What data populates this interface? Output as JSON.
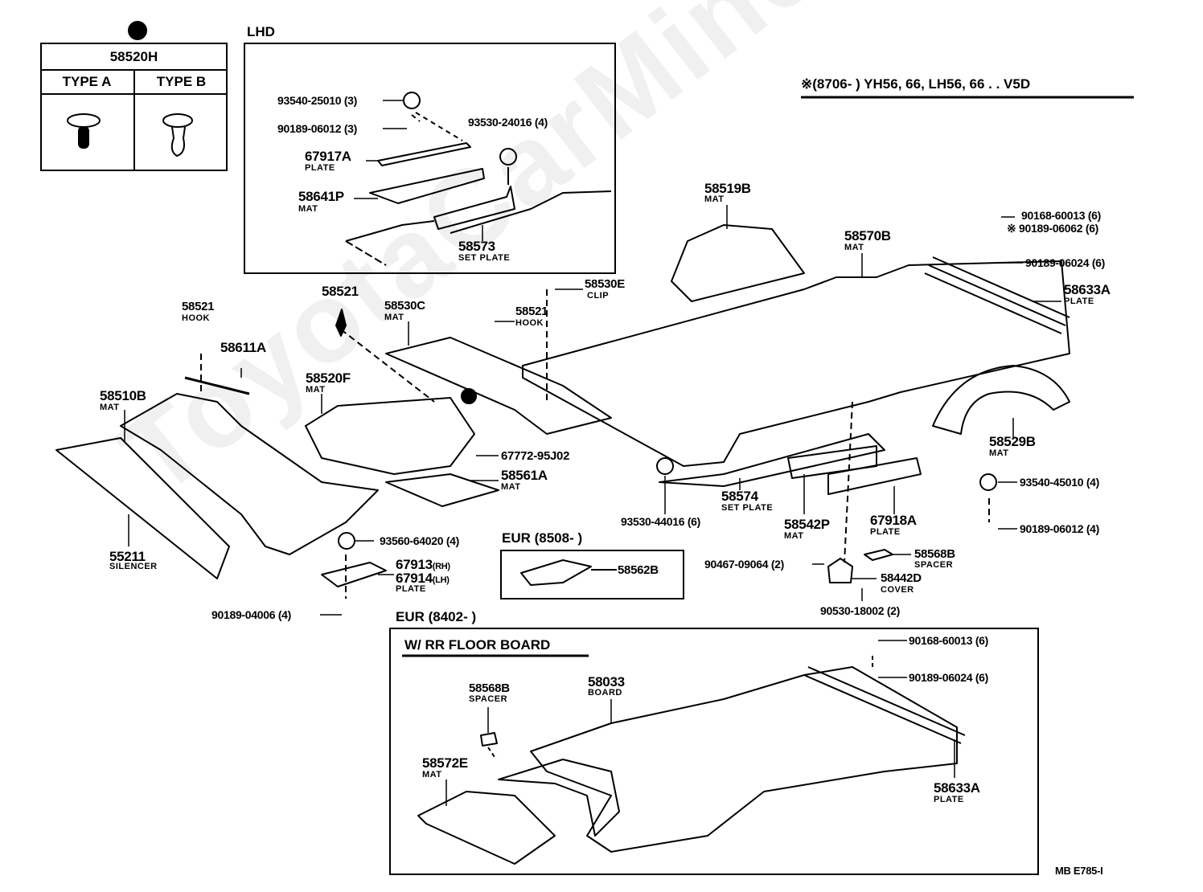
{
  "watermark": "ToyotaCarMine.ru",
  "clip_table": {
    "part_no": "58520H",
    "col_a": "TYPE  A",
    "col_b": "TYPE  B"
  },
  "lhd_box": {
    "title": "LHD",
    "parts": [
      {
        "no": "93540-25010 (3)"
      },
      {
        "no": "90189-06012 (3)"
      },
      {
        "no": "93530-24016 (4)"
      },
      {
        "no": "67917A",
        "name": "PLATE"
      },
      {
        "no": "58641P",
        "name": "MAT"
      },
      {
        "no": "58573",
        "name": "SET PLATE"
      }
    ]
  },
  "applicability_note": "※(8706-        ) YH56, 66, LH56, 66 . . V5D",
  "parts": [
    {
      "no": "58519B",
      "name": "MAT"
    },
    {
      "no": "58570B",
      "name": "MAT"
    },
    {
      "no": "90168-60013 (6)"
    },
    {
      "no": "※ 90189-06062 (6)"
    },
    {
      "no": "90189-06024 (6)"
    },
    {
      "no": "58633A",
      "name": "PLATE"
    },
    {
      "no": "58530E",
      "name": "CLIP"
    },
    {
      "no": "58521"
    },
    {
      "no": "58530C",
      "name": "MAT"
    },
    {
      "no": "58521",
      "name": "HOOK"
    },
    {
      "no": "58521",
      "name": "HOOK"
    },
    {
      "no": "58611A"
    },
    {
      "no": "58520F",
      "name": "MAT"
    },
    {
      "no": "58510B",
      "name": "MAT"
    },
    {
      "no": "67772-95J02"
    },
    {
      "no": "58561A",
      "name": "MAT"
    },
    {
      "no": "58529B",
      "name": "MAT"
    },
    {
      "no": "93530-44016 (6)"
    },
    {
      "no": "58574",
      "name": "SET PLATE"
    },
    {
      "no": "58542P",
      "name": "MAT"
    },
    {
      "no": "67918A",
      "name": "PLATE"
    },
    {
      "no": "93540-45010 (4)"
    },
    {
      "no": "90189-06012 (4)"
    },
    {
      "no": "55211",
      "name": "SILENCER"
    },
    {
      "no": "93560-64020 (4)"
    },
    {
      "no": "67913",
      "qual": "(RH)"
    },
    {
      "no": "67914",
      "qual": "(LH)",
      "name": "PLATE"
    },
    {
      "no": "90189-04006 (4)"
    },
    {
      "no": "90467-09064 (2)"
    },
    {
      "no": "58568B",
      "name": "SPACER"
    },
    {
      "no": "58442D",
      "name": "COVER"
    },
    {
      "no": "90530-18002 (2)"
    }
  ],
  "eur_8508": {
    "title": "EUR (8508-        )",
    "part": "58562B"
  },
  "eur_8402": {
    "title": "EUR (8402-        )",
    "subtitle": "W/ RR FLOOR  BOARD",
    "parts": [
      {
        "no": "90168-60013 (6)"
      },
      {
        "no": "90189-06024 (6)"
      },
      {
        "no": "58568B",
        "name": "SPACER"
      },
      {
        "no": "58033",
        "name": "BOARD"
      },
      {
        "no": "58572E",
        "name": "MAT"
      },
      {
        "no": "58633A",
        "name": "PLATE"
      }
    ]
  },
  "figure_code": "MB  E785-I"
}
